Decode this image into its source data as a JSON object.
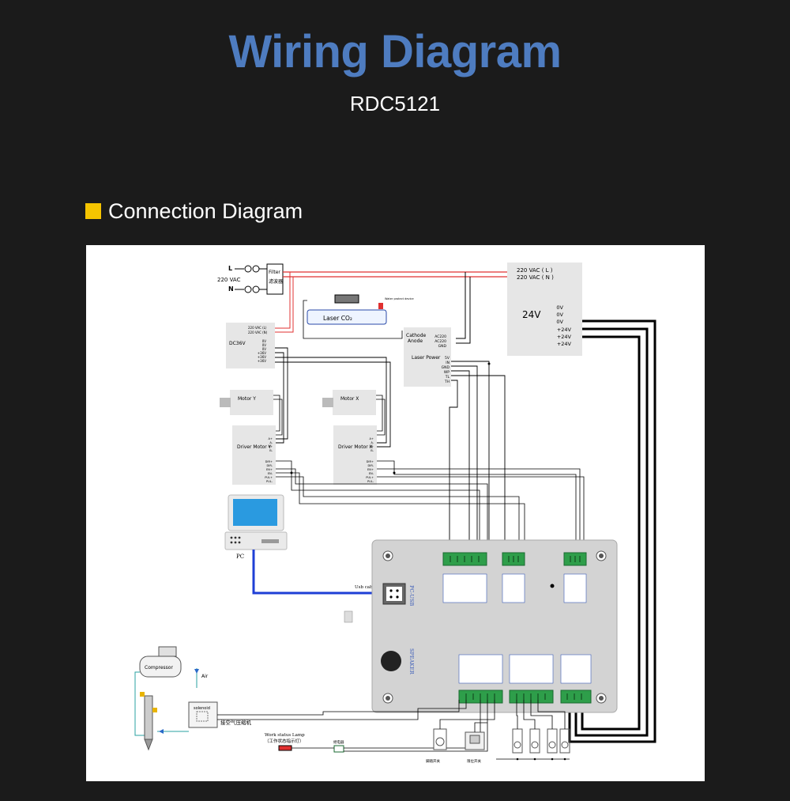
{
  "header": {
    "title": "Wiring Diagram",
    "subtitle": "RDC5121"
  },
  "section": {
    "label": "Connection Diagram",
    "marker_color": "#f5c400"
  },
  "colors": {
    "title": "#4e7cc0",
    "background": "#1b1b1b",
    "controller": "#d3d3d3",
    "connector": "#2e9e4a",
    "usb_cable": "#1f3fd6",
    "mains_line": "#e03030"
  },
  "diagram": {
    "mains": {
      "l": "L",
      "n": "N",
      "voltage": "220 VAC",
      "filter": "Filter",
      "filter_cn": "滤波器"
    },
    "psu24": {
      "in_l": "220 VAC ( L )",
      "in_n": "220 VAC ( N )",
      "name": "24V",
      "out": [
        "0V",
        "0V",
        "0V",
        "+24V",
        "+24V",
        "+24V"
      ]
    },
    "laser_tube": {
      "label": "Laser CO₂",
      "note": "Water protect device"
    },
    "laser_power": {
      "name": "Laser Power",
      "cathode": "Cathode",
      "anode": "Anode",
      "in": [
        "AC220",
        "AC220",
        "GND"
      ],
      "out": [
        "5V",
        "IN",
        "GND",
        "WP",
        "TL",
        "TH"
      ]
    },
    "dc36": {
      "name": "DC36V",
      "in": [
        "220 VAC (L)",
        "220 VAC (N)"
      ],
      "out": [
        "0V",
        "0V",
        "0V",
        "+36V",
        "+36V",
        "+36V"
      ]
    },
    "motor_y": {
      "name": "Motor Y"
    },
    "motor_x": {
      "name": "Motor X"
    },
    "driver_y": {
      "name": "Driver Motor Y",
      "pins": [
        "A+",
        "A-",
        "B+",
        "B-",
        "DIR+",
        "DIR-",
        "EN+",
        "EN-",
        "PUL+",
        "PUL-"
      ]
    },
    "driver_x": {
      "name": "Driver Motor X",
      "pins": [
        "A+",
        "A-",
        "B+",
        "B-",
        "DIR+",
        "DIR-",
        "EN+",
        "EN-",
        "PUL+",
        "PUL-"
      ]
    },
    "pc": {
      "label": "PC",
      "cable": "Usb cable"
    },
    "controller": {
      "usb": "PC-USB",
      "speaker": "SPEAKER"
    },
    "compressor": {
      "name": "Compressor",
      "air": "Air",
      "solenoid": "solenoid",
      "valve_cn": "接空气压缩机"
    },
    "lamp": {
      "name": "Work status Lamp",
      "name_cn": "（工作状态指示灯）"
    },
    "footer": {
      "switch_cn": "脚踏开关",
      "limit_cn": "限位开关",
      "relay_cn": "继电器"
    }
  }
}
